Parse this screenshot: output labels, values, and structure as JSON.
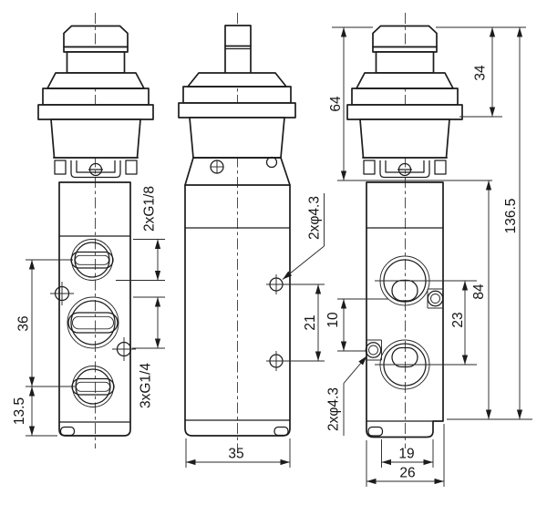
{
  "drawing": {
    "type": "engineering-dimension-drawing",
    "background": "#ffffff",
    "line_color": "#1c1c1c",
    "views": {
      "front": {
        "dims": {
          "port_span": "36",
          "bottom_offset": "13.5",
          "thread_pilot": "2xG1/8",
          "thread_main": "3xG1/4"
        }
      },
      "side": {
        "dims": {
          "mount_holes": "2xφ4.3",
          "hole_span": "21",
          "width": "35"
        }
      },
      "rear": {
        "dims": {
          "actuator_height": "64",
          "knob_height": "34",
          "overall_height": "136.5",
          "body_height": "84",
          "port_span": "23",
          "hole_offset": "10",
          "mount_holes": "2xφ4.3",
          "slot_width": "19",
          "base_width": "26"
        }
      }
    }
  }
}
